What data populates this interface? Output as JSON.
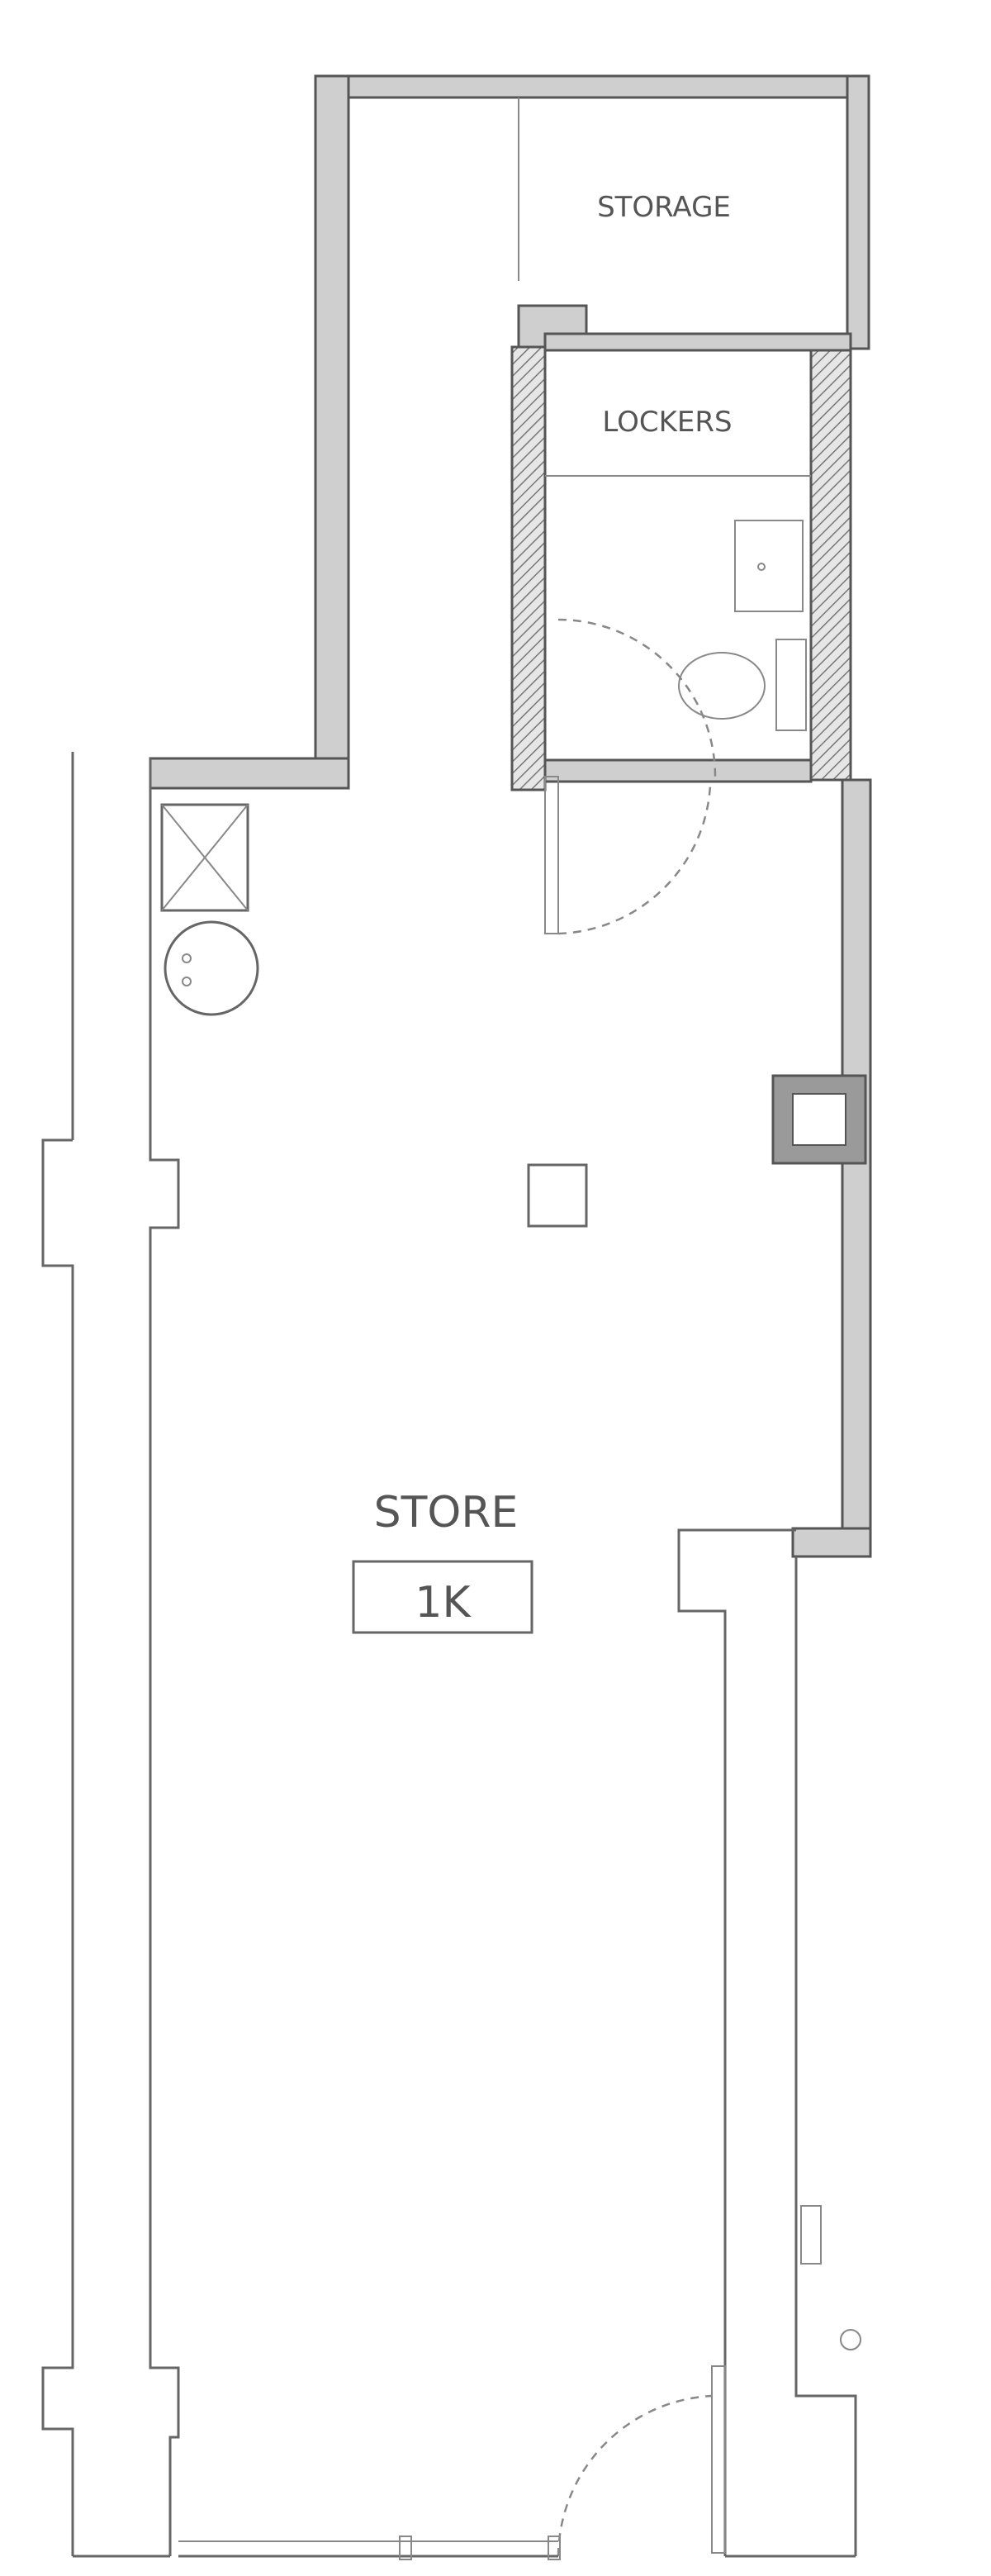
{
  "rooms": {
    "storage": "STORAGE",
    "lockers": "LOCKERS",
    "store": "STORE",
    "unit": "1K"
  }
}
